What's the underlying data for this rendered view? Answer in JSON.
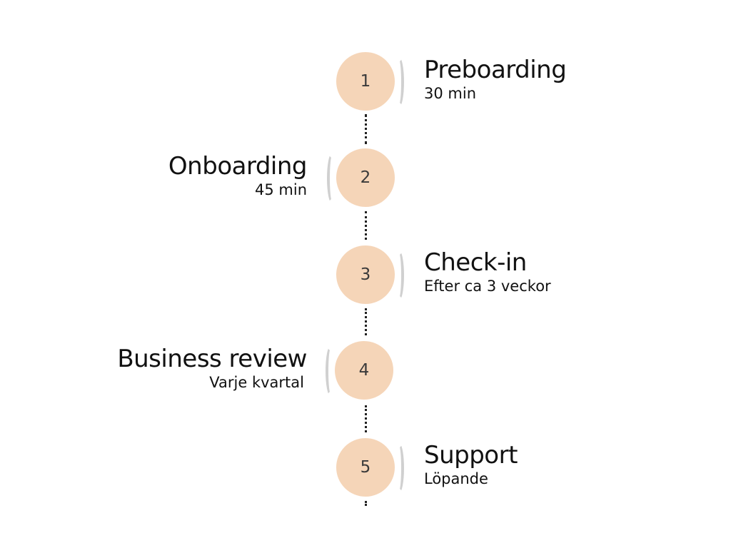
{
  "steps": [
    {
      "number": "1",
      "title": "Preboarding",
      "subtitle": "30 min",
      "side": "right"
    },
    {
      "number": "2",
      "title": "Onboarding",
      "subtitle": "45 min",
      "side": "left"
    },
    {
      "number": "3",
      "title": "Check-in",
      "subtitle": "Efter ca 3 veckor",
      "side": "right"
    },
    {
      "number": "4",
      "title": "Business review",
      "subtitle": "Varje kvartal",
      "side": "left"
    },
    {
      "number": "5",
      "title": "Support",
      "subtitle": "Löpande",
      "side": "right"
    }
  ],
  "colors": {
    "circle": "#f5d5b8",
    "bracket": "#d0d0d0",
    "connector": "#222222",
    "text": "#111111"
  }
}
